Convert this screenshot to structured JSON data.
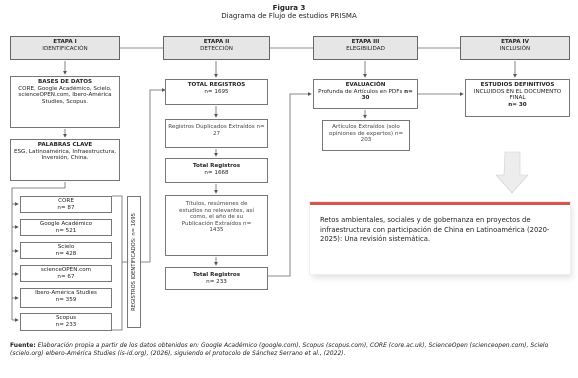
{
  "figure": {
    "number": "Figura 3",
    "title": "Diagrama de Flujo de estudios PRISMA"
  },
  "stages": [
    {
      "label": "ETAPA I",
      "name": "IDENTIFICACIÓN"
    },
    {
      "label": "ETAPA II",
      "name": "DETECCIÓN"
    },
    {
      "label": "ETAPA III",
      "name": "ELEGIBILIDAD"
    },
    {
      "label": "ETAPA IV",
      "name": "INCLUSIÓN"
    }
  ],
  "identification": {
    "databases_title": "BASES DE DATOS",
    "databases_text": "CORE, Google Académico, Scielo, scienceOPEN.com, Ibero-América Studies, Scopus.",
    "keywords_title": "PALABRAS CLAVE",
    "keywords_text": "ESG, Latinoamérica, Infraestructura, Inversión, China.",
    "sources": [
      {
        "name": "CORE",
        "count": "n= 87"
      },
      {
        "name": "Google Académico",
        "count": "n= 521"
      },
      {
        "name": "Scielo",
        "count": "n= 428"
      },
      {
        "name": "scienceOPEN.com",
        "count": "n= 67"
      },
      {
        "name": "Ibero-América Studies",
        "count": "n= 359"
      },
      {
        "name": "Scopus",
        "count": "n= 233"
      }
    ],
    "identified_label": "REGISTROS IDENTIFICADOS: n= 1695"
  },
  "detection": {
    "total_title": "TOTAL REGISTROS",
    "total_value": "n= 1695",
    "duplicates": "Registros Duplicados Extraídos n= 27",
    "total2_title": "Total Registros",
    "total2_value": "n= 1668",
    "excluded": "Títulos, resúmenes de estudios no relevantes, así como, el año de su Publicación Extraídos n= 1435",
    "total3_title": "Total Registros",
    "total3_value": "n= 233"
  },
  "eligibility": {
    "eval_title": "EVALUACIÓN",
    "eval_text": "Profunda de Artículos en PDFs",
    "eval_value": "n= 30",
    "extracted": "Artículos Extraídos (solo opiniones de expertos) n= 203"
  },
  "inclusion": {
    "title": "ESTUDIOS DEFINITIVOS",
    "text": "INCLUIDOS EN EL DOCUMENTO FINAL",
    "value": "n= 30"
  },
  "quote": {
    "text": "Retos ambientales, sociales y de gobernanza en proyectos de infraestructura con participación de China en Latinoamérica (2020-2025): Una revisión sistemática."
  },
  "caption": {
    "lead": "Fuente:",
    "text": "Elaboración propia a partir de los datos obtenidos en: Google Académico (google.com), Scopus (scopus.com), CORE (core.ac.uk), ScienceOpen (scienceopen.com), Scielo (scielo.org) eIbero-América Studies (is-id.org), (2026), siguiendo el protocolo de Sánchez Serrano et al., (2022)."
  }
}
